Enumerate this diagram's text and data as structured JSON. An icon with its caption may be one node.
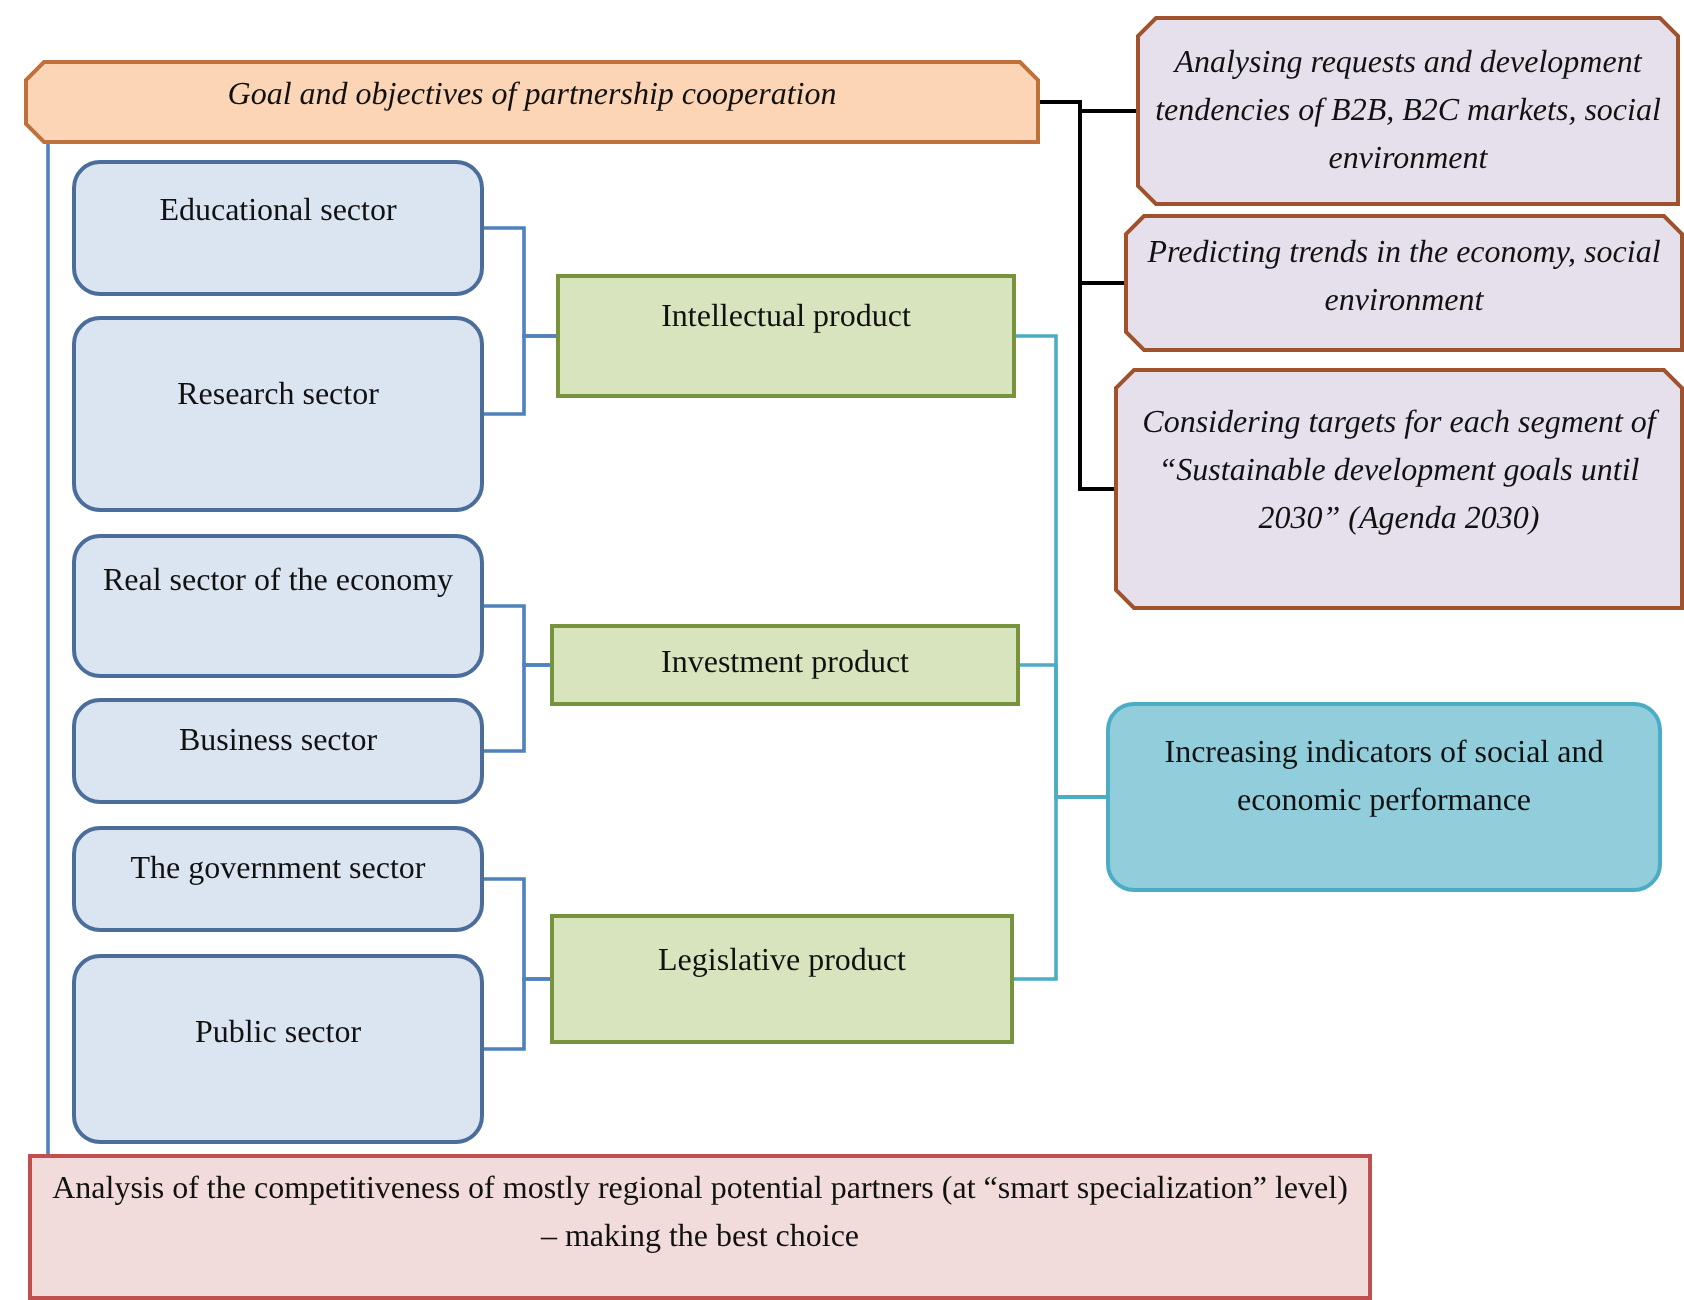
{
  "diagram": {
    "nodes": [
      {
        "text": [
          "Goal and objectives of  partnership cooperation"
        ]
      },
      {
        "text": [
          "Educational sector"
        ]
      },
      {
        "text": [
          "Research sector"
        ]
      },
      {
        "text": [
          "Real sector of the economy"
        ]
      },
      {
        "text": [
          "Business sector"
        ]
      },
      {
        "text": [
          "The government sector"
        ]
      },
      {
        "text": [
          "Public sector"
        ]
      },
      {
        "text": [
          "Intellectual product"
        ]
      },
      {
        "text": [
          "Investment product"
        ]
      },
      {
        "text": [
          "Legislative product"
        ]
      },
      {
        "text": [
          "Increasing indicators of social and economic performance"
        ]
      },
      {
        "text": [
          "Analysing requests and development tendencies of B2B, B2C markets, social environment"
        ]
      },
      {
        "text": [
          "Predicting trends in the economy, social environment"
        ]
      },
      {
        "text": [
          "Considering targets for each segment of “Sustainable development goals until 2030” (Agenda 2030)"
        ]
      },
      {
        "text": [
          "Analysis of the competitiveness of mostly regional potential partners (at “smart specialization” level) – making the best choice"
        ]
      }
    ],
    "edges": [
      {
        "from": 1,
        "to": 7,
        "arrow": "none"
      },
      {
        "from": 2,
        "to": 7,
        "arrow": "none"
      },
      {
        "from": 3,
        "to": 8,
        "arrow": "none"
      },
      {
        "from": 4,
        "to": 8,
        "arrow": "none"
      },
      {
        "from": 5,
        "to": 9,
        "arrow": "none"
      },
      {
        "from": 6,
        "to": 9,
        "arrow": "none"
      },
      {
        "from": 7,
        "to": 10,
        "arrow": "none",
        "color": "#4bacc6"
      },
      {
        "from": 8,
        "to": 10,
        "arrow": "none",
        "color": "#4bacc6"
      },
      {
        "from": 9,
        "to": 10,
        "arrow": "none",
        "color": "#4bacc6"
      },
      {
        "from": 0,
        "to": 11,
        "arrow": "none",
        "color": "#000000"
      },
      {
        "from": 0,
        "to": 12,
        "arrow": "none",
        "color": "#000000"
      },
      {
        "from": 0,
        "to": 13,
        "arrow": "none",
        "color": "#000000"
      },
      {
        "from": 0,
        "to": 14,
        "arrow": "none"
      }
    ]
  }
}
